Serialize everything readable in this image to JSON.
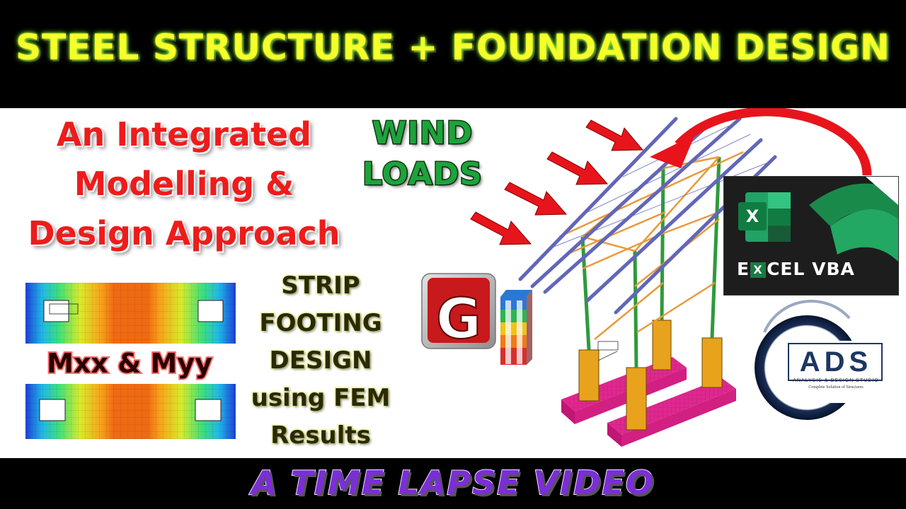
{
  "header": {
    "title": "STEEL STRUCTURE + FOUNDATION DESIGN"
  },
  "left": {
    "lines": [
      "An Integrated",
      "Modelling &",
      "Design Approach"
    ]
  },
  "wind": {
    "lines": [
      "WIND",
      "LOADS"
    ]
  },
  "moments": {
    "label": "Mxx & Myy"
  },
  "strip": {
    "lines": [
      "STRIP",
      "FOOTING",
      "DESIGN",
      "using FEM",
      "Results"
    ]
  },
  "excel": {
    "label_pre": "E",
    "label_x": "X",
    "label_post": "CEL VBA",
    "tile_letter": "X"
  },
  "logo_g": {
    "letter": "G"
  },
  "ads": {
    "name": "ADS",
    "subtitle": "ANALYSIS & DESIGN STUDIO",
    "tagline": "Complete Solution of Structures"
  },
  "footer": {
    "text": "A TIME LAPSE VIDEO"
  },
  "colors": {
    "title_yellow": "#f6ff2a",
    "integrated_red": "#ef1b1b",
    "wind_green": "#1da33b",
    "footer_purple": "#7b2ed6",
    "excel_green": "#1b7a44",
    "arrow_red": "#e8141c",
    "column_green": "#2e9a3c",
    "beam_blue": "#6266b8",
    "brace_orange": "#e89a3a",
    "pedestal_orange": "#e9a21c",
    "footing_magenta": "#e0288f"
  },
  "icons": [
    "fem-contour-mxx-plot",
    "fem-contour-myy-plot",
    "red-arrow-icon",
    "curved-red-arrow-icon",
    "excel-logo-icon",
    "g-software-logo-icon",
    "building-stack-icon",
    "ads-logo-icon",
    "steel-frame-3d-model"
  ]
}
